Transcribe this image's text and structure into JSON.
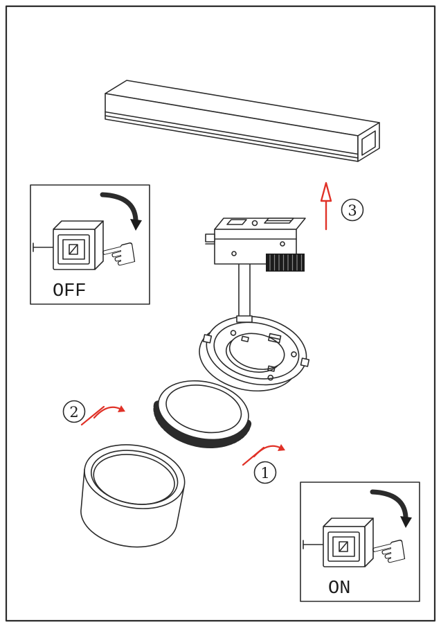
{
  "labels": {
    "off": "OFF",
    "on": "ON"
  },
  "steps": [
    {
      "badge": "1"
    },
    {
      "badge": "2"
    },
    {
      "badge": "3"
    }
  ],
  "icons": {
    "hand": "☜"
  },
  "colors": {
    "line": "#2b2b2b",
    "accent_red": "#e03127",
    "background": "#ffffff"
  }
}
